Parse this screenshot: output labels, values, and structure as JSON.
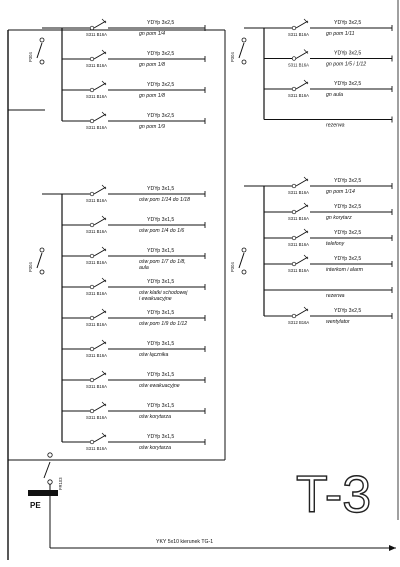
{
  "sheet_label": "T-3",
  "pe_label": "PE",
  "feed_label": "YKY 5x10 kierunek TG-1",
  "switches": {
    "main": "FR103",
    "left_top": "P304",
    "left_mid": "P304",
    "right_top": "P304",
    "right_mid": "P304"
  },
  "blocks": [
    {
      "id": "left-top",
      "circuits": [
        {
          "breaker": "S311 B16A",
          "cable": "YDYp 3x2,5",
          "desc": [
            "gn pom 1/4"
          ]
        },
        {
          "breaker": "S311 B16A",
          "cable": "YDYp 3x2,5",
          "desc": [
            "gn pom 1/8"
          ]
        },
        {
          "breaker": "S311 B16A",
          "cable": "YDYp 3x2,5",
          "desc": [
            "gn pom 1/8"
          ]
        },
        {
          "breaker": "S311 B16A",
          "cable": "YDYp 3x2,5",
          "desc": [
            "gn pom 1/9"
          ]
        }
      ]
    },
    {
      "id": "left-mid",
      "circuits": [
        {
          "breaker": "S311 B16A",
          "cable": "YDYp 3x1,5",
          "desc": [
            "ośw pom 1/14 do 1/18"
          ]
        },
        {
          "breaker": "S311 B16A",
          "cable": "YDYp 3x1,5",
          "desc": [
            "ośw pom 1/4 do 1/6"
          ]
        },
        {
          "breaker": "S311 B16A",
          "cable": "YDYp 3x1,5",
          "desc": [
            "ośw pom 1/7 do 1/8,",
            "aula"
          ]
        },
        {
          "breaker": "S311 B16A",
          "cable": "YDYp 3x1,5",
          "desc": [
            "ośw klatki schodowej",
            "i ewakuacyjne"
          ]
        },
        {
          "breaker": "S311 B16A",
          "cable": "YDYp 3x1,5",
          "desc": [
            "ośw pom 1/9 do 1/12"
          ]
        },
        {
          "breaker": "S311 B16A",
          "cable": "YDYp 3x1,5",
          "desc": [
            "ośw łącznika"
          ]
        },
        {
          "breaker": "S311 B16A",
          "cable": "YDYp 3x1,5",
          "desc": [
            "ośw ewakuacyjne"
          ]
        },
        {
          "breaker": "S311 B16A",
          "cable": "YDYp 3x1,5",
          "desc": [
            "ośw korytarza"
          ]
        },
        {
          "breaker": "S311 B16A",
          "cable": "YDYp 3x1,5",
          "desc": [
            "ośw korytarza"
          ]
        }
      ]
    },
    {
      "id": "right-top",
      "circuits": [
        {
          "breaker": "S311 B16A",
          "cable": "YDYp 3x2,5",
          "desc": [
            "gn pom 1/11"
          ]
        },
        {
          "breaker": "S311 B16A",
          "cable": "YDYp 3x2,5",
          "desc": [
            "gn pom 1/5 i 1/12"
          ]
        },
        {
          "breaker": "S311 B16A",
          "cable": "YDYp 3x2,5",
          "desc": [
            "gn aula"
          ]
        },
        {
          "breaker": "",
          "cable": "",
          "desc": [
            "rezerwa"
          ]
        }
      ]
    },
    {
      "id": "right-mid",
      "circuits": [
        {
          "breaker": "S311 B16A",
          "cable": "YDYp 3x2,5",
          "desc": [
            "gn pom 1/14"
          ]
        },
        {
          "breaker": "S311 B16A",
          "cable": "YDYp 3x2,5",
          "desc": [
            "gn korytarz"
          ]
        },
        {
          "breaker": "S311 B16A",
          "cable": "YDYp 3x2,5",
          "desc": [
            "telefony"
          ]
        },
        {
          "breaker": "S311 B16A",
          "cable": "YDYp 3x2,5",
          "desc": [
            "interkom i alarm"
          ]
        },
        {
          "breaker": "",
          "cable": "",
          "desc": [
            "rezerwa"
          ]
        },
        {
          "breaker": "S312 B16A",
          "cable": "YDYp 3x2,5",
          "desc": [
            "wentylator"
          ]
        }
      ]
    }
  ]
}
